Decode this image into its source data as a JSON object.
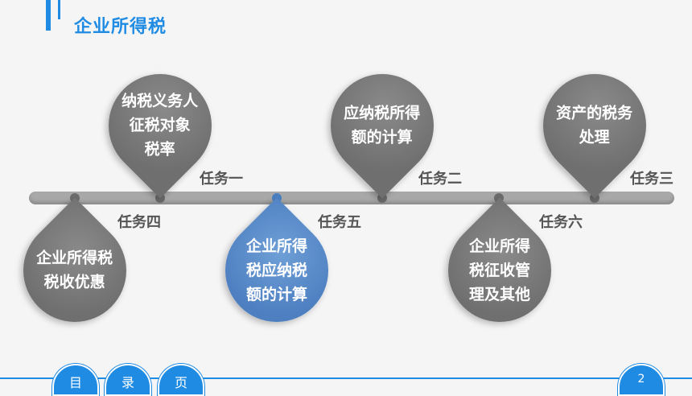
{
  "title": "企业所得税",
  "tasks": {
    "t1": {
      "label": "任务一",
      "lines": [
        "纳税义务人",
        "征税对象",
        "税率"
      ]
    },
    "t2": {
      "label": "任务二",
      "lines": [
        "应纳税所得",
        "额的计算"
      ]
    },
    "t3": {
      "label": "任务三",
      "lines": [
        "资产的税务",
        "处理"
      ]
    },
    "t4": {
      "label": "任务四",
      "lines": [
        "企业所得税",
        "税收优惠"
      ]
    },
    "t5": {
      "label": "任务五",
      "lines": [
        "企业所得",
        "税应纳税",
        "额的计算"
      ]
    },
    "t6": {
      "label": "任务六",
      "lines": [
        "企业所得",
        "税征收管",
        "理及其他"
      ]
    }
  },
  "footer": {
    "tab1": "目",
    "tab2": "录",
    "tab3": "页",
    "page": "2"
  }
}
